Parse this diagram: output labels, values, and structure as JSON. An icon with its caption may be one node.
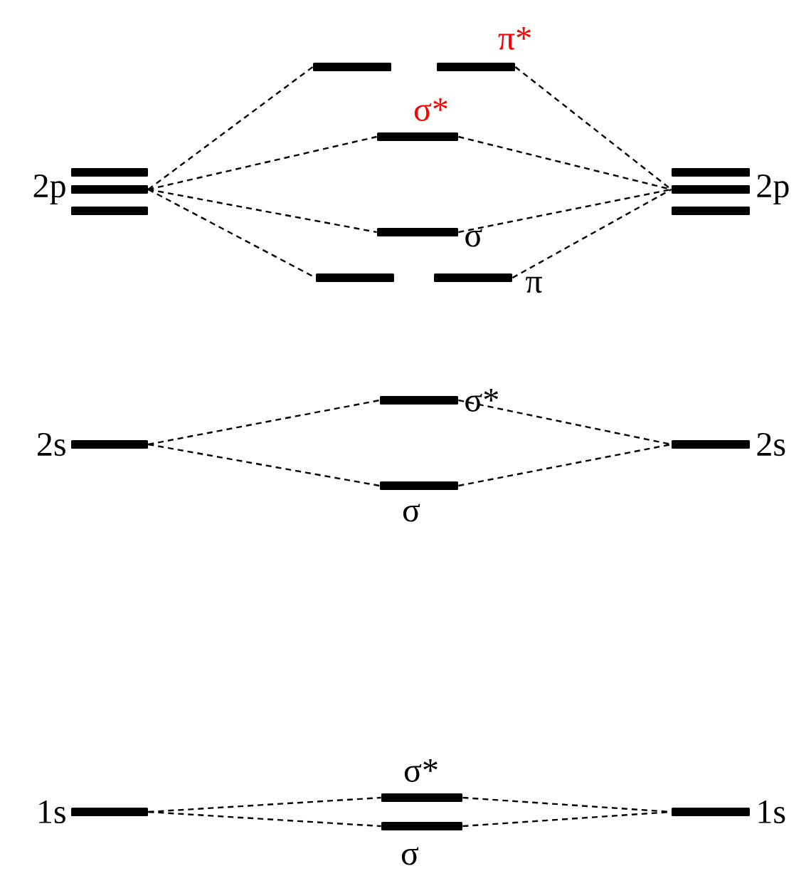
{
  "diagram": {
    "nodes": [
      {
        "text": [
          "2p"
        ]
      },
      {
        "text": [],
        "shape": "bar"
      },
      {
        "text": [
          "π*"
        ]
      },
      {
        "text": [
          "σ*"
        ]
      },
      {
        "text": [
          "σ"
        ]
      },
      {
        "text": [],
        "shape": "bar"
      },
      {
        "text": [
          "π"
        ]
      },
      {
        "text": [
          "2p"
        ]
      },
      {
        "text": [
          "2s"
        ]
      },
      {
        "text": [
          "σ*"
        ]
      },
      {
        "text": [
          "σ"
        ]
      },
      {
        "text": [
          "2s"
        ]
      },
      {
        "text": [
          "1s"
        ]
      },
      {
        "text": [
          "σ*"
        ]
      },
      {
        "text": [
          "σ"
        ]
      },
      {
        "text": [
          "1s"
        ]
      }
    ],
    "edges": [
      {
        "from": 0,
        "to": 1,
        "arrow": "none"
      },
      {
        "from": 0,
        "to": 3,
        "arrow": "none"
      },
      {
        "from": 0,
        "to": 4,
        "arrow": "none"
      },
      {
        "from": 0,
        "to": 5,
        "arrow": "none"
      },
      {
        "from": 2,
        "to": 7,
        "arrow": "none"
      },
      {
        "from": 3,
        "to": 7,
        "arrow": "none"
      },
      {
        "from": 4,
        "to": 7,
        "arrow": "none"
      },
      {
        "from": 6,
        "to": 7,
        "arrow": "none"
      },
      {
        "from": 8,
        "to": 9,
        "arrow": "none"
      },
      {
        "from": 8,
        "to": 10,
        "arrow": "none"
      },
      {
        "from": 9,
        "to": 11,
        "arrow": "none"
      },
      {
        "from": 10,
        "to": 11,
        "arrow": "none"
      },
      {
        "from": 12,
        "to": 13,
        "arrow": "none"
      },
      {
        "from": 12,
        "to": 14,
        "arrow": "none"
      },
      {
        "from": 13,
        "to": 15,
        "arrow": "none"
      },
      {
        "from": 14,
        "to": 15,
        "arrow": "none"
      }
    ]
  }
}
